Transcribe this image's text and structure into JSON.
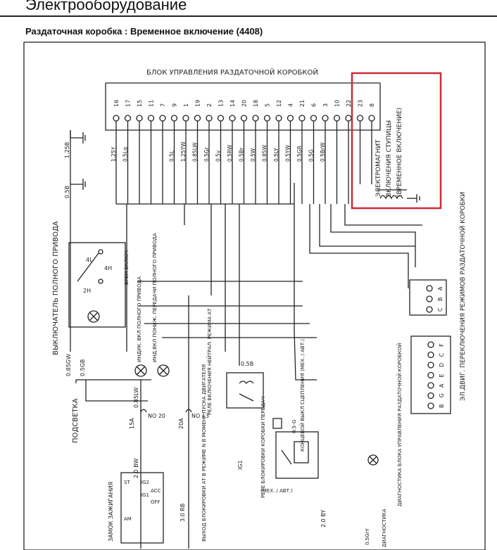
{
  "header": {
    "title": "Электрооборудование",
    "subtitle": "Раздаточная коробка : Временное включение (4408)"
  },
  "diagram": {
    "ecu_title": "БЛОК УПРАВЛЕНИЯ РАЗДАТОЧНОЙ КОРОБКОЙ",
    "pins": [
      "16",
      "17",
      "15",
      "11",
      "7",
      "9",
      "1",
      "19",
      "2",
      "13",
      "14",
      "20",
      "18",
      "5",
      "12",
      "4",
      "21",
      "6",
      "3",
      "10",
      "22",
      "23",
      "8"
    ],
    "wire_labels": [
      "1.25Y",
      "0.5Lg",
      "0.5L",
      "1.25YW",
      "0.85LW",
      "0.5Gr",
      "0.5y",
      "0.5RW",
      "0.5Br",
      "0.5W",
      "0.85W",
      "0.5LY",
      "0.5YW",
      "0.5GR",
      "0.5G",
      "0.5BrW"
    ],
    "ground_wires": [
      "1.25B",
      "0.5B"
    ],
    "solenoid_label": [
      "ЭЛЕКТРОМАГНИТ",
      "ВКЛЮЧЕНИЯ СТУПИЦЫ",
      "(ВРЕМЕННОЕ ВКЛЮЧЕНИЕ)"
    ],
    "four_wd_switch": "ВЫКЛЮЧАТЕЛЬ ПОЛНОГО ПРИВОДА",
    "switch_positions": [
      "4L",
      "4H",
      "2H",
      "ВРЕМ ВКЛЮЧ"
    ],
    "indicator": "ИНДИК. ВКЛ ПОЛНОГО ПРИВОДА",
    "indicator2": "ИНД.ВКЛ ПОНИЖ. ПЕРЕДАЧИ ПОЛНОГО ПРИВОДА",
    "backlight": "ПОДСВЕТКА",
    "backlight_wires": [
      "0.85GW",
      "0.5GB",
      "0.85LW"
    ],
    "fuses": [
      "15A",
      "NO 20",
      "20A",
      "NO 13"
    ],
    "fuse_wires": [
      "2.0 BW",
      "3.0 RB",
      "2.0 BY",
      "0.5GrY",
      "0.5-G"
    ],
    "relay1": "РЕЛЕ ВКЛЮЧЕНИЯ НЕЙТРАЛ. РЕЖИМА АТ",
    "relay1_wire": "0.5B",
    "relay2": "РЕЛЕ БЛОКИРОВКИ КОРОБКИ ПЕРЕДАЧ",
    "relay2_sub": "(МЕХ. / АВТ.)",
    "at_block": "ВЫХОД БЛОКИРОВКИ АТ В РЕЖИМЕ N В МОМЕНТ ПУСКА ДВИГАТЕЛЯ",
    "limit_switch": "КОНЦЕВОЙ ВЫКЛ СЦЕПЛЕНИЯ (МЕХ. / АВТ.)",
    "ig1": "IG1",
    "ignition": "ЗАМОК ЗАЖИГАНИЯ",
    "ignition_pins": [
      "ST",
      "IG2",
      "IG1",
      "ACC",
      "OFF",
      "AM"
    ],
    "motor": "ЭЛ.ДВИГ. ПЕРЕКЛЮЧЕНИЯ РЕЖИМОВ РАЗДАТОЧНОЙ КОРОБКИ",
    "conn_small": [
      "A",
      "B",
      "C"
    ],
    "conn_large": [
      "B",
      "G",
      "A",
      "E",
      "D",
      "C",
      "F"
    ],
    "diag": "ДИАГНОСТИКА БЛОКА УПРАВЛЕНИЯ РАЗДАТОЧНОЙ КОРОБКОЙ",
    "diag2": "ДИАГНОСТИКА"
  },
  "colors": {
    "highlight": "#cc2a35",
    "ink": "#222222"
  }
}
